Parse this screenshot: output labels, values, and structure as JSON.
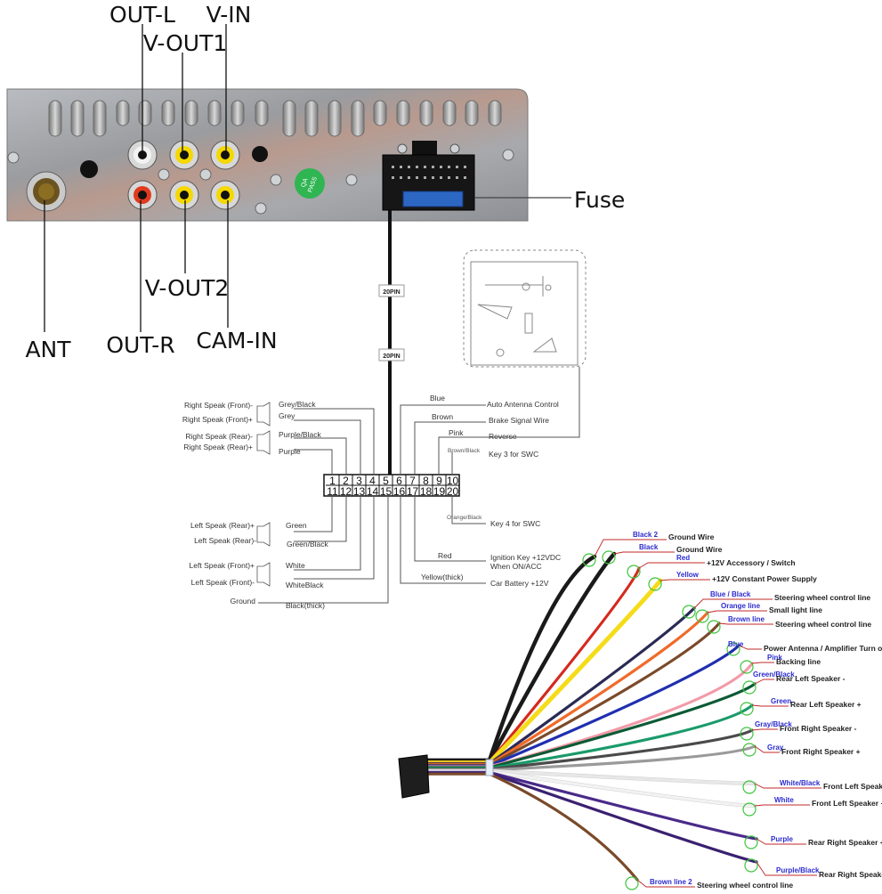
{
  "title": "Car stereo rear panel and 20-pin wiring harness diagram",
  "panel": {
    "labels": {
      "out_l": "OUT-L",
      "v_out1": "V-OUT1",
      "v_in": "V-IN",
      "ant": "ANT",
      "out_r": "OUT-R",
      "v_out2": "V-OUT2",
      "cam_in": "CAM-IN",
      "fuse": "Fuse"
    },
    "qa_sticker": [
      "QA",
      "PASS"
    ],
    "connector_tags": [
      "20PIN",
      "20PIN"
    ],
    "rca_colors": {
      "out_l": "#f2f2f2",
      "out_r": "#e03a1e",
      "video": "#f5d800"
    }
  },
  "pinout": {
    "top_row": [
      "1",
      "2",
      "3",
      "4",
      "5",
      "6",
      "7",
      "8",
      "9",
      "10"
    ],
    "bottom_row": [
      "11",
      "12",
      "13",
      "14",
      "15",
      "16",
      "17",
      "18",
      "19",
      "20"
    ],
    "left_side": [
      {
        "speaker": "Right Speak (Front)-",
        "wire": "Grey/Black"
      },
      {
        "speaker": "Right Speak (Front)+",
        "wire": "Grey"
      },
      {
        "speaker": "Right Speak (Rear)-",
        "wire": "Purple/Black"
      },
      {
        "speaker": "Right Speak (Rear)+",
        "wire": "Purple"
      },
      {
        "speaker": "Left Speak (Rear)+",
        "wire": "Green"
      },
      {
        "speaker": "Left Speak (Rear)-",
        "wire": "Green/Black"
      },
      {
        "speaker": "Left Speak (Front)+",
        "wire": "White"
      },
      {
        "speaker": "Left Speak (Front)-",
        "wire": "WhiteBlack"
      },
      {
        "speaker": "Ground",
        "wire": "Black(thick)"
      }
    ],
    "right_side": [
      {
        "wire": "Blue",
        "function": "Auto  Antenna Control"
      },
      {
        "wire": "Brown",
        "function": "Brake Signal Wire"
      },
      {
        "wire": "Pink",
        "function": "Reverse"
      },
      {
        "wire": "Brown/Black",
        "function": "Key 3 for SWC"
      },
      {
        "wire": "Orange/Black",
        "function": "Key 4 for SWC"
      },
      {
        "wire": "Red",
        "function": "Ignition Key +12VDC",
        "function2": "When  ON/ACC"
      },
      {
        "wire": "Yellow(thick)",
        "function": "Car Battery  +12V"
      }
    ]
  },
  "harness": [
    {
      "color_label": "Black 2",
      "function": "Ground Wire",
      "wire_color": "#1a1a1a"
    },
    {
      "color_label": "Black",
      "function": "Ground Wire",
      "wire_color": "#1a1a1a"
    },
    {
      "color_label": "Red",
      "function": "+12V  Accessory / Switch",
      "wire_color": "#d42a1e"
    },
    {
      "color_label": "Yellow",
      "function": "+12V Constant Power Supply",
      "wire_color": "#f5dc1a"
    },
    {
      "color_label": "Blue / Black",
      "function": "Steering wheel control line",
      "wire_color": "#2a2a55"
    },
    {
      "color_label": "Orange line",
      "function": "Small light line",
      "wire_color": "#f06a2a"
    },
    {
      "color_label": "Brown line",
      "function": "Steering wheel control line",
      "wire_color": "#7a4a2a"
    },
    {
      "color_label": "Blue",
      "function": "Power Antenna / Amplifier Turn on",
      "wire_color": "#1f2fb0"
    },
    {
      "color_label": "Pink",
      "function": "Backing line",
      "wire_color": "#f29aa8"
    },
    {
      "color_label": "Green/Black",
      "function": "Rear Left Speaker -",
      "wire_color": "#0b5a35"
    },
    {
      "color_label": "Green",
      "function": "Rear Left Speaker +",
      "wire_color": "#1a9a6a"
    },
    {
      "color_label": "Gray/Black",
      "function": "Front Right Speaker -",
      "wire_color": "#4a4a4a"
    },
    {
      "color_label": "Gray",
      "function": "Front Right Speaker +",
      "wire_color": "#9a9a9a"
    },
    {
      "color_label": "White/Black",
      "function": "Front Left Speaker -",
      "wire_color": "#e8e8e8"
    },
    {
      "color_label": "White",
      "function": "Front Left Speaker +",
      "wire_color": "#f2f2f2"
    },
    {
      "color_label": "Purple",
      "function": "Rear Right Speaker +",
      "wire_color": "#4a2a8a"
    },
    {
      "color_label": "Purple/Black",
      "function": "Rear Right Speaker -",
      "wire_color": "#3a2070"
    },
    {
      "color_label": "Brown line 2",
      "function": "Steering wheel control line",
      "wire_color": "#7a4a2a"
    }
  ],
  "colors": {
    "label_blue": "#2b2bd0",
    "leader_red": "#c0282a",
    "marker_green": "#3ec43e"
  }
}
